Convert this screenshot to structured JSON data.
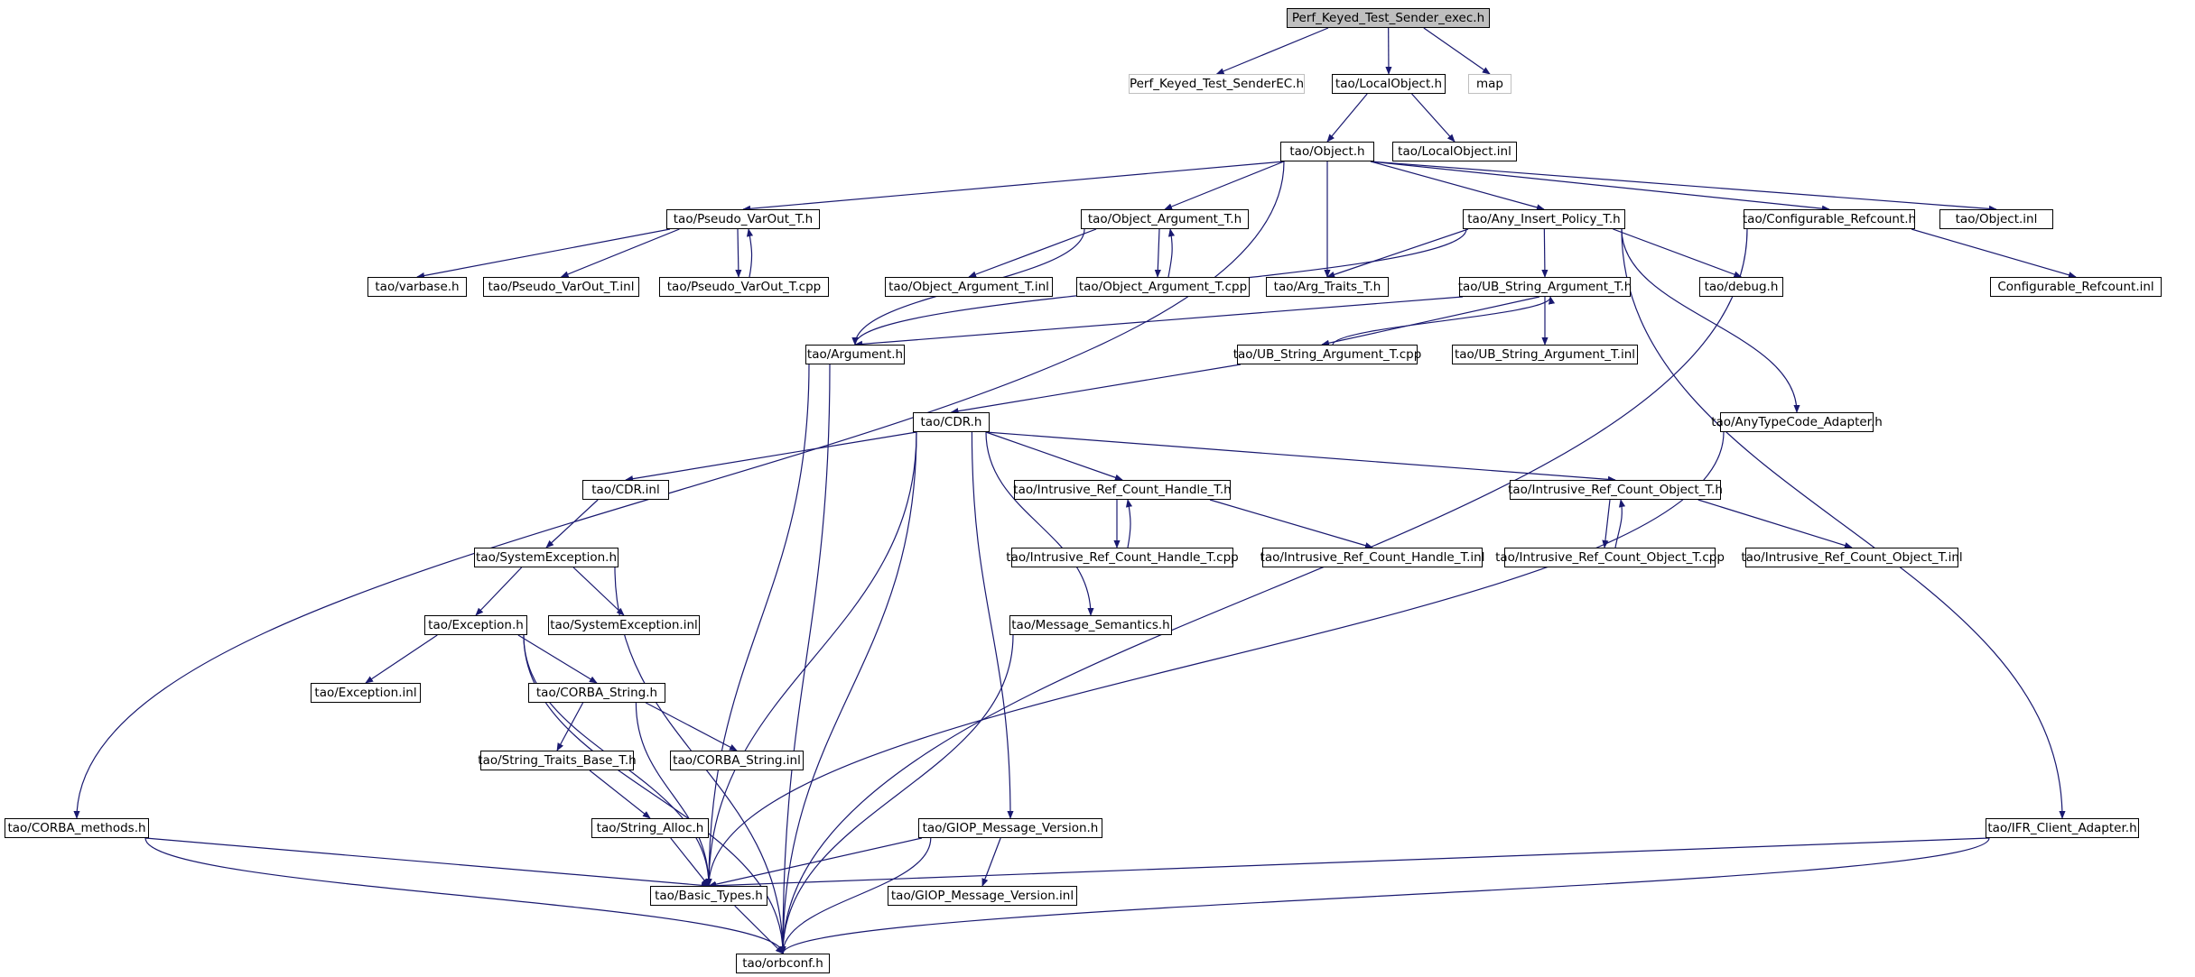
{
  "diagram": {
    "colors": {
      "edge": "#191970",
      "node_border": "#000000",
      "root_fill": "#bfbfbf",
      "external_border": "#bfbfbf"
    },
    "nodes": [
      {
        "id": "root",
        "label": "Perf_Keyed_Test_Sender_exec.h",
        "kind": "root"
      },
      {
        "id": "senderEC",
        "label": "Perf_Keyed_Test_SenderEC.h",
        "kind": "external"
      },
      {
        "id": "localobj",
        "label": "tao/LocalObject.h"
      },
      {
        "id": "map",
        "label": "map",
        "kind": "external"
      },
      {
        "id": "object",
        "label": "tao/Object.h"
      },
      {
        "id": "localobjinl",
        "label": "tao/LocalObject.inl"
      },
      {
        "id": "pseudo",
        "label": "tao/Pseudo_VarOut_T.h"
      },
      {
        "id": "objarg",
        "label": "tao/Object_Argument_T.h"
      },
      {
        "id": "anyins",
        "label": "tao/Any_Insert_Policy_T.h"
      },
      {
        "id": "confref",
        "label": "tao/Configurable_Refcount.h"
      },
      {
        "id": "objinl",
        "label": "tao/Object.inl"
      },
      {
        "id": "varbase",
        "label": "tao/varbase.h"
      },
      {
        "id": "pseudoinl",
        "label": "tao/Pseudo_VarOut_T.inl"
      },
      {
        "id": "pseudocpp",
        "label": "tao/Pseudo_VarOut_T.cpp"
      },
      {
        "id": "objarginl",
        "label": "tao/Object_Argument_T.inl"
      },
      {
        "id": "objargcpp",
        "label": "tao/Object_Argument_T.cpp"
      },
      {
        "id": "argtraits",
        "label": "tao/Arg_Traits_T.h"
      },
      {
        "id": "ubstr",
        "label": "tao/UB_String_Argument_T.h"
      },
      {
        "id": "debug",
        "label": "tao/debug.h"
      },
      {
        "id": "confrefinl",
        "label": "Configurable_Refcount.inl"
      },
      {
        "id": "argument",
        "label": "tao/Argument.h"
      },
      {
        "id": "ubstrcpp",
        "label": "tao/UB_String_Argument_T.cpp"
      },
      {
        "id": "ubstrinl",
        "label": "tao/UB_String_Argument_T.inl"
      },
      {
        "id": "cdr",
        "label": "tao/CDR.h"
      },
      {
        "id": "anytc",
        "label": "tao/AnyTypeCode_Adapter.h"
      },
      {
        "id": "cdrinl",
        "label": "tao/CDR.inl"
      },
      {
        "id": "irch",
        "label": "tao/Intrusive_Ref_Count_Handle_T.h"
      },
      {
        "id": "irco",
        "label": "tao/Intrusive_Ref_Count_Object_T.h"
      },
      {
        "id": "sysexc",
        "label": "tao/SystemException.h"
      },
      {
        "id": "irchcpp",
        "label": "tao/Intrusive_Ref_Count_Handle_T.cpp"
      },
      {
        "id": "irchinl",
        "label": "tao/Intrusive_Ref_Count_Handle_T.inl"
      },
      {
        "id": "ircocpp",
        "label": "tao/Intrusive_Ref_Count_Object_T.cpp"
      },
      {
        "id": "ircoinl",
        "label": "tao/Intrusive_Ref_Count_Object_T.inl"
      },
      {
        "id": "exc",
        "label": "tao/Exception.h"
      },
      {
        "id": "sysexcinl",
        "label": "tao/SystemException.inl"
      },
      {
        "id": "msgsem",
        "label": "tao/Message_Semantics.h"
      },
      {
        "id": "excinl",
        "label": "tao/Exception.inl"
      },
      {
        "id": "corbastr",
        "label": "tao/CORBA_String.h"
      },
      {
        "id": "strtraits",
        "label": "tao/String_Traits_Base_T.h"
      },
      {
        "id": "corbastrinl",
        "label": "tao/CORBA_String.inl"
      },
      {
        "id": "stralloc",
        "label": "tao/String_Alloc.h"
      },
      {
        "id": "corbameth",
        "label": "tao/CORBA_methods.h"
      },
      {
        "id": "giop",
        "label": "tao/GIOP_Message_Version.h"
      },
      {
        "id": "ifr",
        "label": "tao/IFR_Client_Adapter.h"
      },
      {
        "id": "basic",
        "label": "tao/Basic_Types.h"
      },
      {
        "id": "giopinl",
        "label": "tao/GIOP_Message_Version.inl"
      },
      {
        "id": "orbconf",
        "label": "tao/orbconf.h"
      }
    ],
    "edges": [
      [
        "root",
        "senderEC"
      ],
      [
        "root",
        "localobj"
      ],
      [
        "root",
        "map"
      ],
      [
        "localobj",
        "object"
      ],
      [
        "localobj",
        "localobjinl"
      ],
      [
        "object",
        "pseudo"
      ],
      [
        "object",
        "objarg"
      ],
      [
        "object",
        "argtraits"
      ],
      [
        "object",
        "anyins"
      ],
      [
        "object",
        "confref"
      ],
      [
        "object",
        "objinl"
      ],
      [
        "object",
        "corbameth"
      ],
      [
        "pseudo",
        "varbase"
      ],
      [
        "pseudo",
        "pseudoinl"
      ],
      [
        "pseudo",
        "pseudocpp"
      ],
      [
        "pseudocpp",
        "pseudo"
      ],
      [
        "objarg",
        "argument"
      ],
      [
        "objarg",
        "objarginl"
      ],
      [
        "objarg",
        "objargcpp"
      ],
      [
        "objargcpp",
        "objarg"
      ],
      [
        "anyins",
        "argtraits"
      ],
      [
        "anyins",
        "argument"
      ],
      [
        "anyins",
        "ubstr"
      ],
      [
        "anyins",
        "debug"
      ],
      [
        "anyins",
        "anytc"
      ],
      [
        "anyins",
        "ifr"
      ],
      [
        "confref",
        "confrefinl"
      ],
      [
        "confref",
        "orbconf"
      ],
      [
        "ubstr",
        "argument"
      ],
      [
        "ubstr",
        "ubstrcpp"
      ],
      [
        "ubstr",
        "ubstrinl"
      ],
      [
        "ubstrcpp",
        "ubstr"
      ],
      [
        "ubstrcpp",
        "cdr"
      ],
      [
        "argument",
        "basic"
      ],
      [
        "argument",
        "orbconf"
      ],
      [
        "cdr",
        "cdrinl"
      ],
      [
        "cdr",
        "irch"
      ],
      [
        "cdr",
        "irco"
      ],
      [
        "cdr",
        "basic"
      ],
      [
        "cdr",
        "orbconf"
      ],
      [
        "cdr",
        "msgsem"
      ],
      [
        "cdr",
        "giop"
      ],
      [
        "irch",
        "irchcpp"
      ],
      [
        "irch",
        "irchinl"
      ],
      [
        "irchcpp",
        "irch"
      ],
      [
        "irco",
        "ircocpp"
      ],
      [
        "irco",
        "ircoinl"
      ],
      [
        "ircocpp",
        "irco"
      ],
      [
        "cdrinl",
        "sysexc"
      ],
      [
        "sysexc",
        "exc"
      ],
      [
        "sysexc",
        "sysexcinl"
      ],
      [
        "sysexc",
        "orbconf"
      ],
      [
        "exc",
        "excinl"
      ],
      [
        "exc",
        "corbastr"
      ],
      [
        "exc",
        "basic"
      ],
      [
        "exc",
        "orbconf"
      ],
      [
        "corbastr",
        "strtraits"
      ],
      [
        "corbastr",
        "corbastrinl"
      ],
      [
        "corbastr",
        "basic"
      ],
      [
        "strtraits",
        "stralloc"
      ],
      [
        "stralloc",
        "basic"
      ],
      [
        "msgsem",
        "orbconf"
      ],
      [
        "giop",
        "basic"
      ],
      [
        "giop",
        "giopinl"
      ],
      [
        "giop",
        "orbconf"
      ],
      [
        "anytc",
        "basic"
      ],
      [
        "ifr",
        "basic"
      ],
      [
        "ifr",
        "orbconf"
      ],
      [
        "corbameth",
        "basic"
      ],
      [
        "corbameth",
        "orbconf"
      ],
      [
        "basic",
        "orbconf"
      ]
    ]
  }
}
